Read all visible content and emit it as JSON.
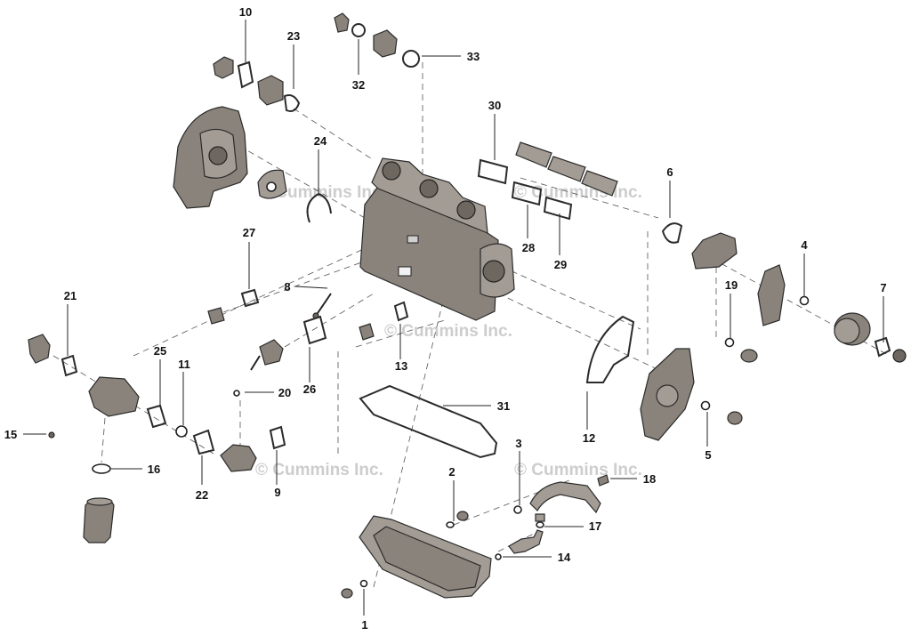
{
  "watermark": "© Cummins Inc.",
  "callouts": {
    "c1": "1",
    "c2": "2",
    "c3": "3",
    "c4": "4",
    "c5": "5",
    "c6": "6",
    "c7": "7",
    "c8": "8",
    "c9": "9",
    "c10": "10",
    "c11": "11",
    "c12": "12",
    "c13": "13",
    "c14": "14",
    "c15": "15",
    "c16": "16",
    "c17": "17",
    "c18": "18",
    "c19": "19",
    "c20": "20",
    "c21": "21",
    "c22": "22",
    "c23": "23",
    "c24": "24",
    "c25": "25",
    "c26": "26",
    "c27": "27",
    "c28": "28",
    "c29": "29",
    "c30": "30",
    "c31": "31",
    "c32": "32",
    "c33": "33"
  }
}
